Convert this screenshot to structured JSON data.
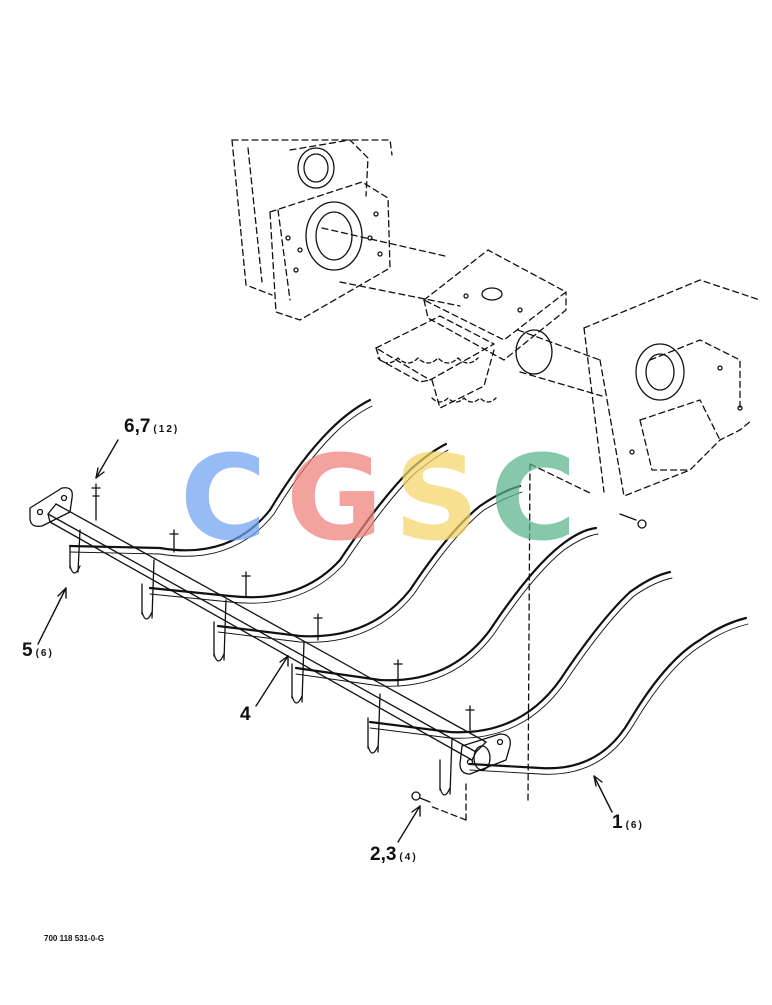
{
  "callouts": [
    {
      "id": "part-6-7",
      "number": "6,7",
      "qty": "(12)"
    },
    {
      "id": "part-5",
      "number": "5",
      "qty": "(6)"
    },
    {
      "id": "part-4",
      "number": "4",
      "qty": ""
    },
    {
      "id": "part-2-3",
      "number": "2,3",
      "qty": "(4)"
    },
    {
      "id": "part-1",
      "number": "1",
      "qty": "(6)"
    }
  ],
  "figure_id": "700 118 531-0-G",
  "watermark": {
    "letters": [
      "C",
      "G",
      "S",
      "C"
    ],
    "colors": [
      "#6fa1f2",
      "#ef7f7a",
      "#f6d56a",
      "#5bb38a"
    ]
  },
  "line_color": "#111111"
}
